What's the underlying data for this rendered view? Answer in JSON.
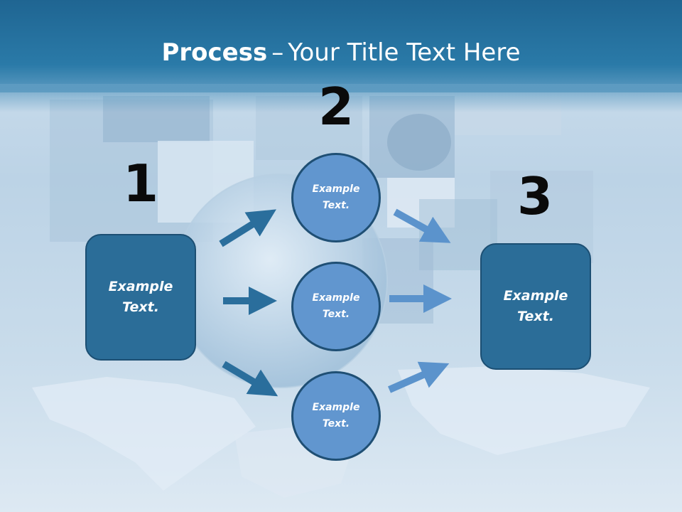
{
  "header": {
    "title_bold": "Process",
    "title_dash": "–",
    "title_rest": "Your Title Text Here"
  },
  "steps": {
    "step1": {
      "number": "1",
      "text": "Example\nText."
    },
    "step2": {
      "number": "2",
      "circles": [
        "Example\nText.",
        "Example\nText.",
        "Example\nText."
      ]
    },
    "step3": {
      "number": "3",
      "text": "Example\nText."
    }
  },
  "colors": {
    "header": "#1f6592",
    "box_fill": "#2b6d98",
    "circle_fill": "#6196cf",
    "arrow_dark": "#2a6e9c",
    "arrow_light": "#5b93cc"
  }
}
